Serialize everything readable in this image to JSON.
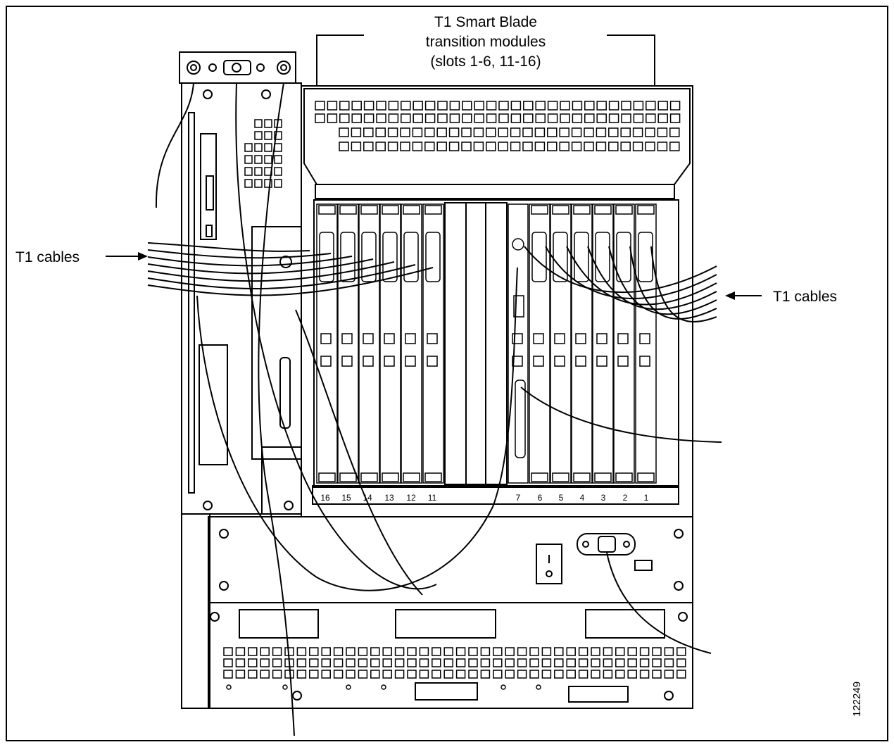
{
  "title_lines": [
    "T1 Smart Blade",
    "transition modules",
    "(slots 1-6, 11-16)"
  ],
  "left_cable_label": "T1 cables",
  "right_cable_label": "T1 cables",
  "slot_labels": [
    "16",
    "15",
    "14",
    "13",
    "12",
    "11",
    "7",
    "6",
    "5",
    "4",
    "3",
    "2",
    "1"
  ],
  "figure_id": "122249",
  "colors": {
    "line": "#000000",
    "cable_fill": "#e6e6e6",
    "panel_fill": "#ffffff",
    "shade": "#cfcfcf"
  }
}
